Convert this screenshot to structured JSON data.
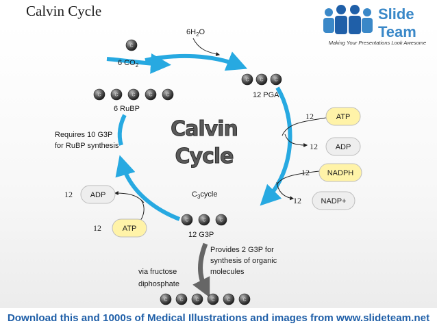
{
  "page_title": "Calvin Cycle",
  "logo": {
    "name_line1": "Slide",
    "name_line2": "Team",
    "tagline": "Making Your Presentations Look Awesome"
  },
  "center_title": {
    "line1": "Calvin",
    "line2": "Cycle"
  },
  "cycle_label": {
    "prefix": "C",
    "subscript": "3",
    "suffix": "cycle"
  },
  "inputs": {
    "water": {
      "prefix": "6H",
      "subscript": "2",
      "suffix": "O"
    },
    "co2": {
      "prefix": "6 CO",
      "subscript": "2"
    }
  },
  "molecules": {
    "pga": "12 PGA",
    "rubp": "6 RuBP",
    "g3p": "12 G3P",
    "carbon_symbol": "C"
  },
  "notes": {
    "rubp_requirement_line1": "Requires 10 G3P",
    "rubp_requirement_line2": "for RuBP synthesis",
    "organic_line1": "Provides 2 G3P for",
    "organic_line2": "synthesis of organic",
    "organic_line3": "molecules",
    "fructose_line1": "via fructose",
    "fructose_line2": "diphosphate"
  },
  "energy_right": [
    {
      "count": "12",
      "label": "ATP",
      "color": "#fff3a8"
    },
    {
      "count": "12",
      "label": "ADP",
      "color": "#eeeeee"
    },
    {
      "count": "12",
      "label": "NADPH",
      "color": "#fff3a8"
    },
    {
      "count": "12",
      "label": "NADP+",
      "color": "#eeeeee"
    }
  ],
  "energy_left": [
    {
      "count": "12",
      "label": "ADP",
      "color": "#eeeeee"
    },
    {
      "count": "12",
      "label": "ATP",
      "color": "#fff3a8"
    }
  ],
  "colors": {
    "cycle_blue": "#27a9e1",
    "footer_blue": "#1f5fa8"
  },
  "footer": "Download this and 1000s of Medical Illustrations and images from www.slideteam.net"
}
